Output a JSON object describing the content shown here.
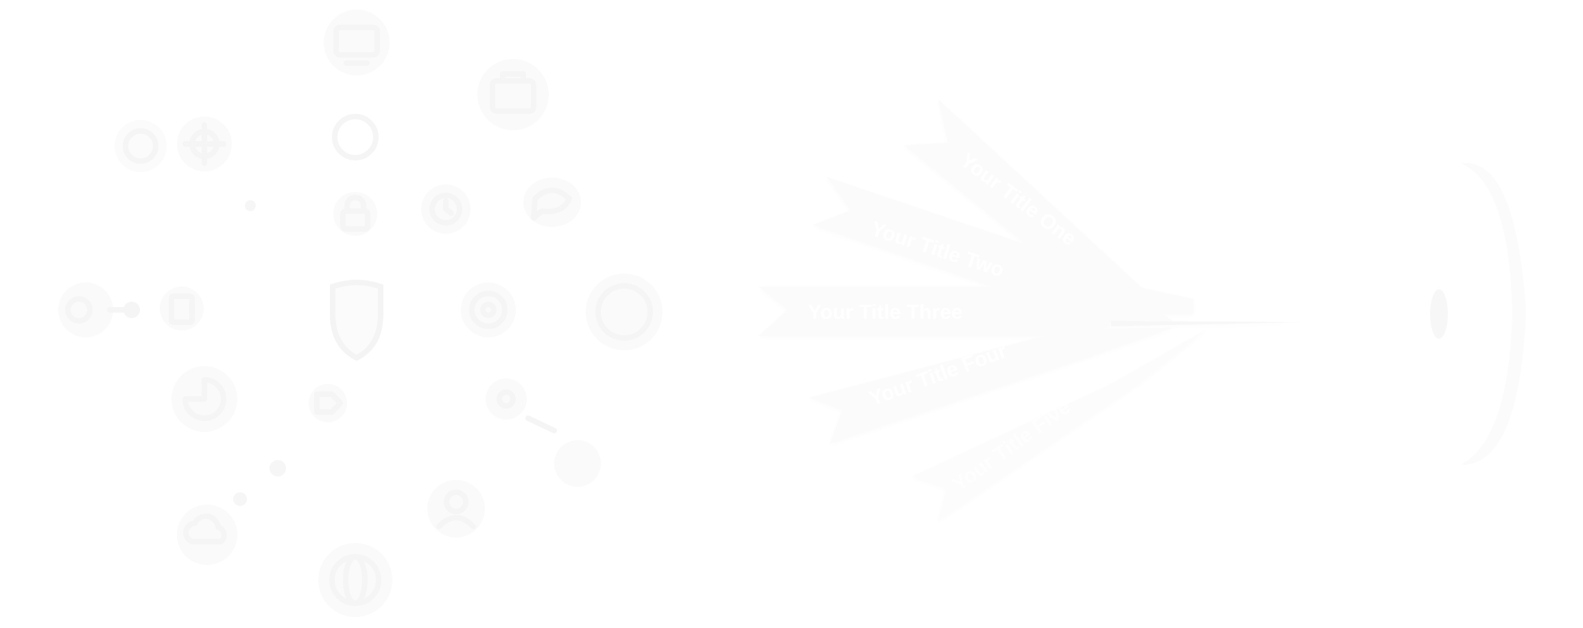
{
  "diagram": {
    "ribbons": [
      {
        "id": "one",
        "label": "Your Title One"
      },
      {
        "id": "two",
        "label": "Your Title Two"
      },
      {
        "id": "three",
        "label": "Your Title Three"
      },
      {
        "id": "four",
        "label": "Your Title Four"
      },
      {
        "id": "five",
        "label": "Your Title Five"
      }
    ],
    "icons": [
      {
        "name": "wide-circle-icon"
      },
      {
        "name": "circle-icon"
      },
      {
        "name": "monitor-icon"
      },
      {
        "name": "tag-icon"
      },
      {
        "name": "briefcase-icon"
      },
      {
        "name": "small-ring-icon"
      },
      {
        "name": "dot-icon"
      },
      {
        "name": "lock-icon"
      },
      {
        "name": "clock-icon"
      },
      {
        "name": "chat-icon"
      },
      {
        "name": "link-icon"
      },
      {
        "name": "document-icon"
      },
      {
        "name": "shield-icon"
      },
      {
        "name": "gear-icon"
      },
      {
        "name": "target-icon"
      },
      {
        "name": "pie-chart-icon"
      },
      {
        "name": "network-icon"
      },
      {
        "name": "user-icon"
      },
      {
        "name": "cloud-icon"
      },
      {
        "name": "globe-icon"
      }
    ],
    "colors": {
      "background": "#ffffff",
      "ribbon": "#fbfbfb",
      "ribbon_edge": "#f7f7f7",
      "icon": "#f6f6f6",
      "label": "#ffffff"
    }
  }
}
